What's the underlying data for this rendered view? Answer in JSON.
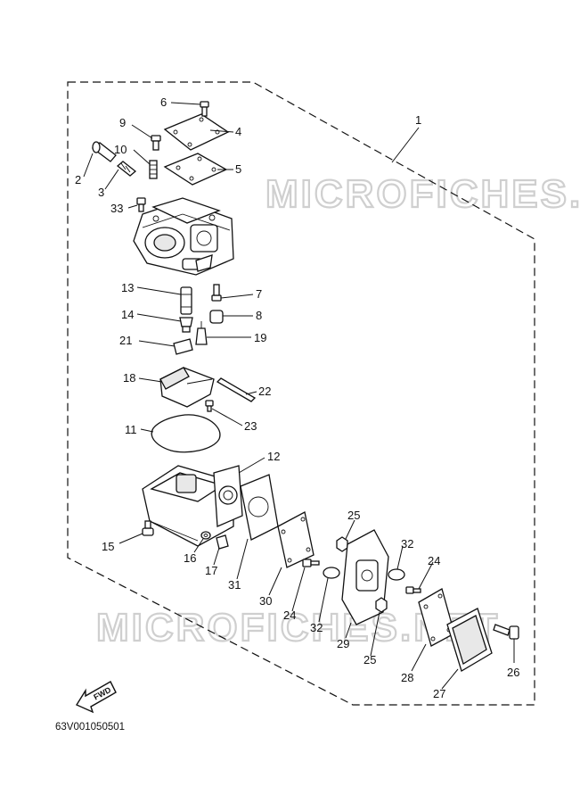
{
  "watermark": "MICROFICHES.NET",
  "fwd_label": "FWD",
  "diagram_code": "63V001050501",
  "callouts": [
    {
      "id": "c1",
      "text": "1"
    },
    {
      "id": "c2",
      "text": "2"
    },
    {
      "id": "c3",
      "text": "3"
    },
    {
      "id": "c4",
      "text": "4"
    },
    {
      "id": "c5",
      "text": "5"
    },
    {
      "id": "c6",
      "text": "6"
    },
    {
      "id": "c7",
      "text": "7"
    },
    {
      "id": "c8",
      "text": "8"
    },
    {
      "id": "c9",
      "text": "9"
    },
    {
      "id": "c10",
      "text": "10"
    },
    {
      "id": "c11",
      "text": "11"
    },
    {
      "id": "c12",
      "text": "12"
    },
    {
      "id": "c13",
      "text": "13"
    },
    {
      "id": "c14",
      "text": "14"
    },
    {
      "id": "c15",
      "text": "15"
    },
    {
      "id": "c16",
      "text": "16"
    },
    {
      "id": "c17",
      "text": "17"
    },
    {
      "id": "c18",
      "text": "18"
    },
    {
      "id": "c19",
      "text": "19"
    },
    {
      "id": "c21",
      "text": "21"
    },
    {
      "id": "c22",
      "text": "22"
    },
    {
      "id": "c23",
      "text": "23"
    },
    {
      "id": "c24a",
      "text": "24"
    },
    {
      "id": "c24b",
      "text": "24"
    },
    {
      "id": "c25a",
      "text": "25"
    },
    {
      "id": "c25b",
      "text": "25"
    },
    {
      "id": "c26",
      "text": "26"
    },
    {
      "id": "c27",
      "text": "27"
    },
    {
      "id": "c28",
      "text": "28"
    },
    {
      "id": "c29",
      "text": "29"
    },
    {
      "id": "c30",
      "text": "30"
    },
    {
      "id": "c31",
      "text": "31"
    },
    {
      "id": "c32a",
      "text": "32"
    },
    {
      "id": "c32b",
      "text": "32"
    },
    {
      "id": "c33",
      "text": "33"
    }
  ]
}
